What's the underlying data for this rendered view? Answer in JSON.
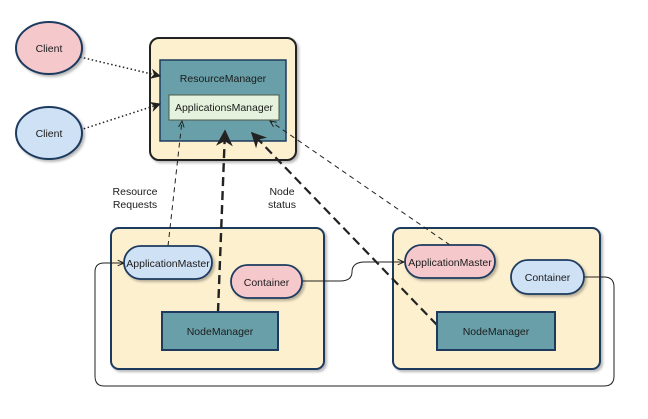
{
  "clients": [
    {
      "label": "Client",
      "fill": "#f5c9cc"
    },
    {
      "label": "Client",
      "fill": "#cfe1f4"
    }
  ],
  "resource_manager": {
    "label": "ResourceManager",
    "applications_manager": "ApplicationsManager"
  },
  "annotations": {
    "resource_requests": [
      "Resource",
      "Requests"
    ],
    "node_status": [
      "Node",
      "status"
    ]
  },
  "nodes": [
    {
      "application_master": {
        "label": "ApplicationMaster",
        "fill": "#cfe1f4"
      },
      "container": {
        "label": "Container",
        "fill": "#f5c9cc"
      },
      "node_manager": "NodeManager"
    },
    {
      "application_master": {
        "label": "ApplicationMaster",
        "fill": "#f5c9cc"
      },
      "container": {
        "label": "Container",
        "fill": "#cfe1f4"
      },
      "node_manager": "NodeManager"
    }
  ],
  "colors": {
    "panel_fill": "#fdf0cf",
    "panel_border": "#1e3a5e",
    "teal_fill": "#689fa8",
    "inner_fill": "#e5f2dd",
    "line": "#222222"
  }
}
